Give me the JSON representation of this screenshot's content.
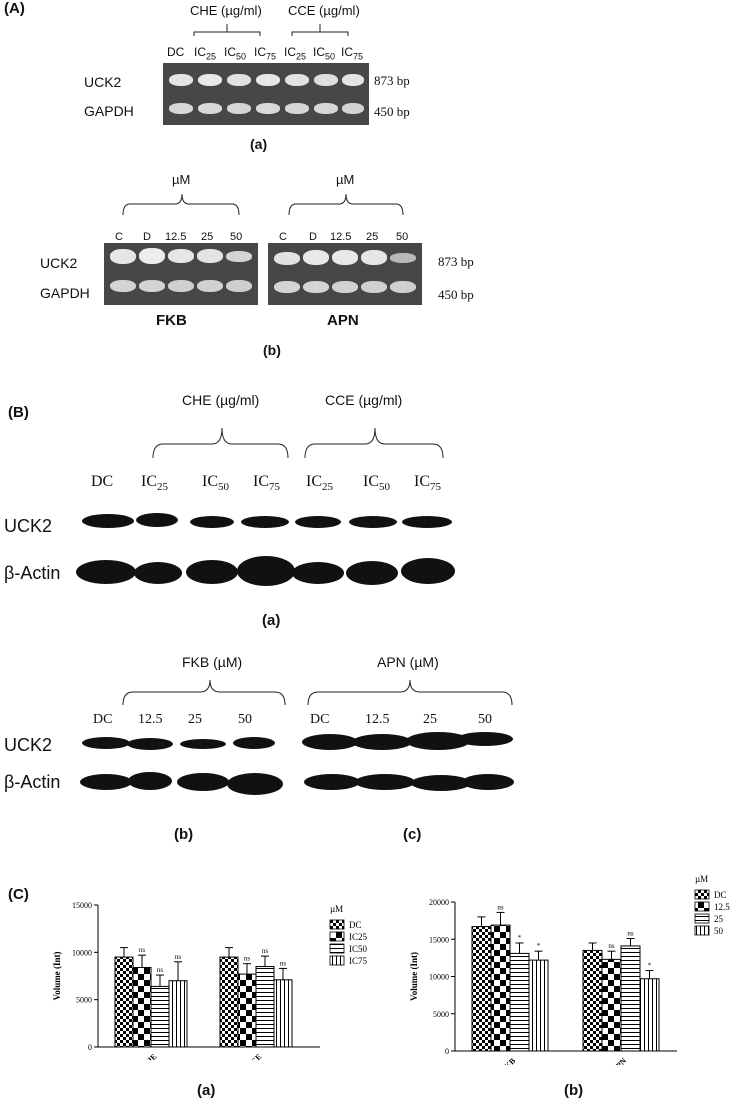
{
  "panelA": {
    "tag": "(A)",
    "groups": [
      "CHE (µg/ml)",
      "CCE (µg/ml)"
    ],
    "lanes": [
      "DC",
      "IC",
      "IC",
      "IC",
      "IC",
      "IC",
      "IC"
    ],
    "lane_subs": [
      "",
      "25",
      "50",
      "75",
      "25",
      "50",
      "75"
    ],
    "row_labels": [
      "UCK2",
      "GAPDH"
    ],
    "sizes": [
      "873 bp",
      "450 bp"
    ],
    "sub_a": "(a)",
    "unit": "µM",
    "lanes_b": [
      "C",
      "D",
      "12.5",
      "25",
      "50"
    ],
    "gel_names": [
      "FKB",
      "APN"
    ],
    "sub_b": "(b)"
  },
  "panelB": {
    "tag": "(B)",
    "groups": [
      "CHE (µg/ml)",
      "CCE (µg/ml)"
    ],
    "lanes": [
      "DC",
      "IC",
      "IC",
      "IC",
      "IC",
      "IC",
      "IC"
    ],
    "lane_subs": [
      "",
      "25",
      "50",
      "75",
      "25",
      "50",
      "75"
    ],
    "row_labels": [
      "UCK2",
      "β-Actin"
    ],
    "sub_a": "(a)",
    "groups2": [
      "FKB (µM)",
      "APN (µM)"
    ],
    "lanes2": [
      "DC",
      "12.5",
      "25",
      "50"
    ],
    "sub_b": "(b)",
    "sub_c": "(c)"
  },
  "panelC": {
    "tag": "(C)",
    "sub_a": "(a)",
    "sub_b": "(b)"
  },
  "chart_data": [
    {
      "type": "bar",
      "ylabel": "Volume (Int)",
      "ylim": [
        0,
        15000
      ],
      "yticks": [
        0,
        5000,
        10000,
        15000
      ],
      "categories": [
        "CHE",
        "CCE"
      ],
      "legend_title": "µM",
      "series": [
        {
          "name": "DC",
          "values": [
            9500,
            9500
          ],
          "errors": [
            1000,
            1000
          ],
          "sig": [
            "",
            ""
          ]
        },
        {
          "name": "IC25",
          "values": [
            8400,
            7700
          ],
          "errors": [
            1300,
            1100
          ],
          "sig": [
            "ns",
            "ns"
          ]
        },
        {
          "name": "IC50",
          "values": [
            6400,
            8500
          ],
          "errors": [
            1200,
            1100
          ],
          "sig": [
            "ns",
            "ns"
          ]
        },
        {
          "name": "IC75",
          "values": [
            7000,
            7100
          ],
          "errors": [
            2000,
            1200
          ],
          "sig": [
            "ns",
            "ns"
          ]
        }
      ]
    },
    {
      "type": "bar",
      "ylabel": "Volume (Int)",
      "ylim": [
        0,
        20000
      ],
      "yticks": [
        0,
        5000,
        10000,
        15000,
        20000
      ],
      "categories": [
        "FKB",
        "APN"
      ],
      "legend_title": "µM",
      "series": [
        {
          "name": "DC",
          "values": [
            16700,
            13500
          ],
          "errors": [
            1300,
            1000
          ],
          "sig": [
            "",
            ""
          ]
        },
        {
          "name": "12.5",
          "values": [
            16900,
            12300
          ],
          "errors": [
            1700,
            1100
          ],
          "sig": [
            "ns",
            "ns"
          ]
        },
        {
          "name": "25",
          "values": [
            13100,
            14100
          ],
          "errors": [
            1400,
            1000
          ],
          "sig": [
            "*",
            "ns"
          ]
        },
        {
          "name": "50",
          "values": [
            12200,
            9700
          ],
          "errors": [
            1200,
            1100
          ],
          "sig": [
            "*",
            "*"
          ]
        }
      ]
    }
  ]
}
